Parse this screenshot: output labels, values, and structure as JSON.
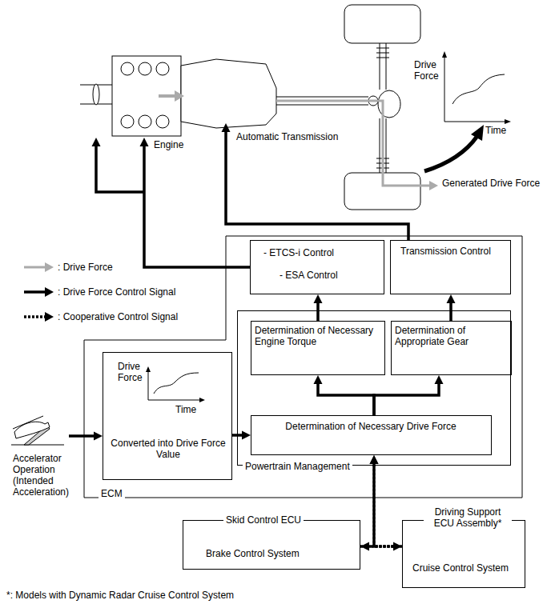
{
  "diagram": {
    "nodes": [
      {
        "text": [
          "ECM"
        ]
      },
      {
        "text": [
          "Drive Force",
          "Time",
          "Converted into Drive Force Value"
        ],
        "in": 0
      },
      {
        "text": [
          "Powertrain Management"
        ],
        "in": 0
      },
      {
        "text": [
          "- ETCS-i Control",
          "- ESA Control"
        ],
        "in": 0
      },
      {
        "text": [
          "Transmission Control"
        ],
        "in": 0
      },
      {
        "text": [
          "Determination of Necessary Engine Torque"
        ],
        "in": 2
      },
      {
        "text": [
          "Determination of Appropriate Gear"
        ],
        "in": 2
      },
      {
        "text": [
          "Determination of Necessary Drive Force"
        ],
        "in": 2
      },
      {
        "text": [
          "Skid Control ECU",
          "Brake Control System"
        ]
      },
      {
        "text": [
          "Driving Support ECU Assembly*",
          "Cruise Control System"
        ]
      },
      {
        "text": [
          "Engine"
        ]
      },
      {
        "text": [
          "Automatic Transmission"
        ]
      },
      {
        "text": [
          "Accelerator Operation (Intended Acceleration)"
        ]
      }
    ],
    "edges": [
      {
        "from": 3,
        "to": 10,
        "arrow": "to"
      },
      {
        "from": 4,
        "to": 11,
        "arrow": "to"
      },
      {
        "from": 12,
        "to": 1,
        "arrow": "to"
      },
      {
        "from": 1,
        "to": 7,
        "arrow": "to"
      },
      {
        "from": 7,
        "to": 5,
        "arrow": "to"
      },
      {
        "from": 7,
        "to": 6,
        "arrow": "to"
      },
      {
        "from": 5,
        "to": 3,
        "arrow": "to"
      },
      {
        "from": 6,
        "to": 4,
        "arrow": "to"
      },
      {
        "from": 8,
        "to": 9,
        "arrow": "both"
      },
      {
        "from": 8,
        "to": 7,
        "arrow": "to"
      },
      {
        "from": 9,
        "to": 7,
        "arrow": "to"
      }
    ],
    "labels": [
      "Drive Force",
      "Time",
      "Generated Drive Force",
      "*: Models with Dynamic Radar Cruise Control System"
    ],
    "legend": [
      {
        "text": ": Drive Force"
      },
      {
        "text": ": Drive Force Control Signal"
      },
      {
        "text": ": Cooperative Control Signal"
      }
    ]
  }
}
